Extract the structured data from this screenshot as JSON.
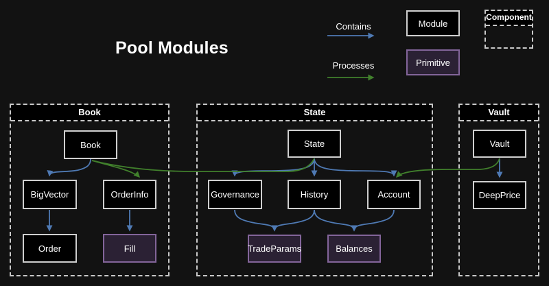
{
  "title": "Pool Modules",
  "legend": {
    "contains": "Contains",
    "processes": "Processes",
    "module": "Module",
    "primitive": "Primitive",
    "component": "Component"
  },
  "colors": {
    "background": "#121212",
    "contains_arrow_blue": "#4f7ab4",
    "processes_arrow_green": "#41802c",
    "module_fill": "#000000",
    "module_border": "#cfcfcf",
    "primitive_fill": "#2b2134",
    "primitive_border": "#83659a",
    "container_border": "#c9c9c9",
    "text": "#ffffff"
  },
  "containers": {
    "book": {
      "title": "Book"
    },
    "state": {
      "title": "State"
    },
    "vault": {
      "title": "Vault"
    }
  },
  "nodes": {
    "book": {
      "label": "Book",
      "type": "module"
    },
    "bigvector": {
      "label": "BigVector",
      "type": "module"
    },
    "orderinfo": {
      "label": "OrderInfo",
      "type": "module"
    },
    "order": {
      "label": "Order",
      "type": "module"
    },
    "fill": {
      "label": "Fill",
      "type": "primitive"
    },
    "state": {
      "label": "State",
      "type": "module"
    },
    "governance": {
      "label": "Governance",
      "type": "module"
    },
    "history": {
      "label": "History",
      "type": "module"
    },
    "account": {
      "label": "Account",
      "type": "module"
    },
    "tradeparams": {
      "label": "TradeParams",
      "type": "primitive"
    },
    "balances": {
      "label": "Balances",
      "type": "primitive"
    },
    "vault": {
      "label": "Vault",
      "type": "module"
    },
    "deepprice": {
      "label": "DeepPrice",
      "type": "module"
    }
  },
  "edges": [
    {
      "from": "Book",
      "to": "BigVector",
      "relation": "contains"
    },
    {
      "from": "BigVector",
      "to": "Order",
      "relation": "contains"
    },
    {
      "from": "OrderInfo",
      "to": "Fill",
      "relation": "contains"
    },
    {
      "from": "State",
      "to": "Governance",
      "relation": "contains"
    },
    {
      "from": "State",
      "to": "History",
      "relation": "contains"
    },
    {
      "from": "State",
      "to": "Account",
      "relation": "contains"
    },
    {
      "from": "Governance",
      "to": "TradeParams",
      "relation": "contains"
    },
    {
      "from": "History",
      "to": "TradeParams",
      "relation": "contains"
    },
    {
      "from": "History",
      "to": "Balances",
      "relation": "contains"
    },
    {
      "from": "Account",
      "to": "Balances",
      "relation": "contains"
    },
    {
      "from": "Vault",
      "to": "DeepPrice",
      "relation": "contains"
    },
    {
      "from": "State",
      "to": "OrderInfo",
      "relation": "processes"
    },
    {
      "from": "Vault",
      "to": "Account",
      "relation": "processes"
    }
  ]
}
